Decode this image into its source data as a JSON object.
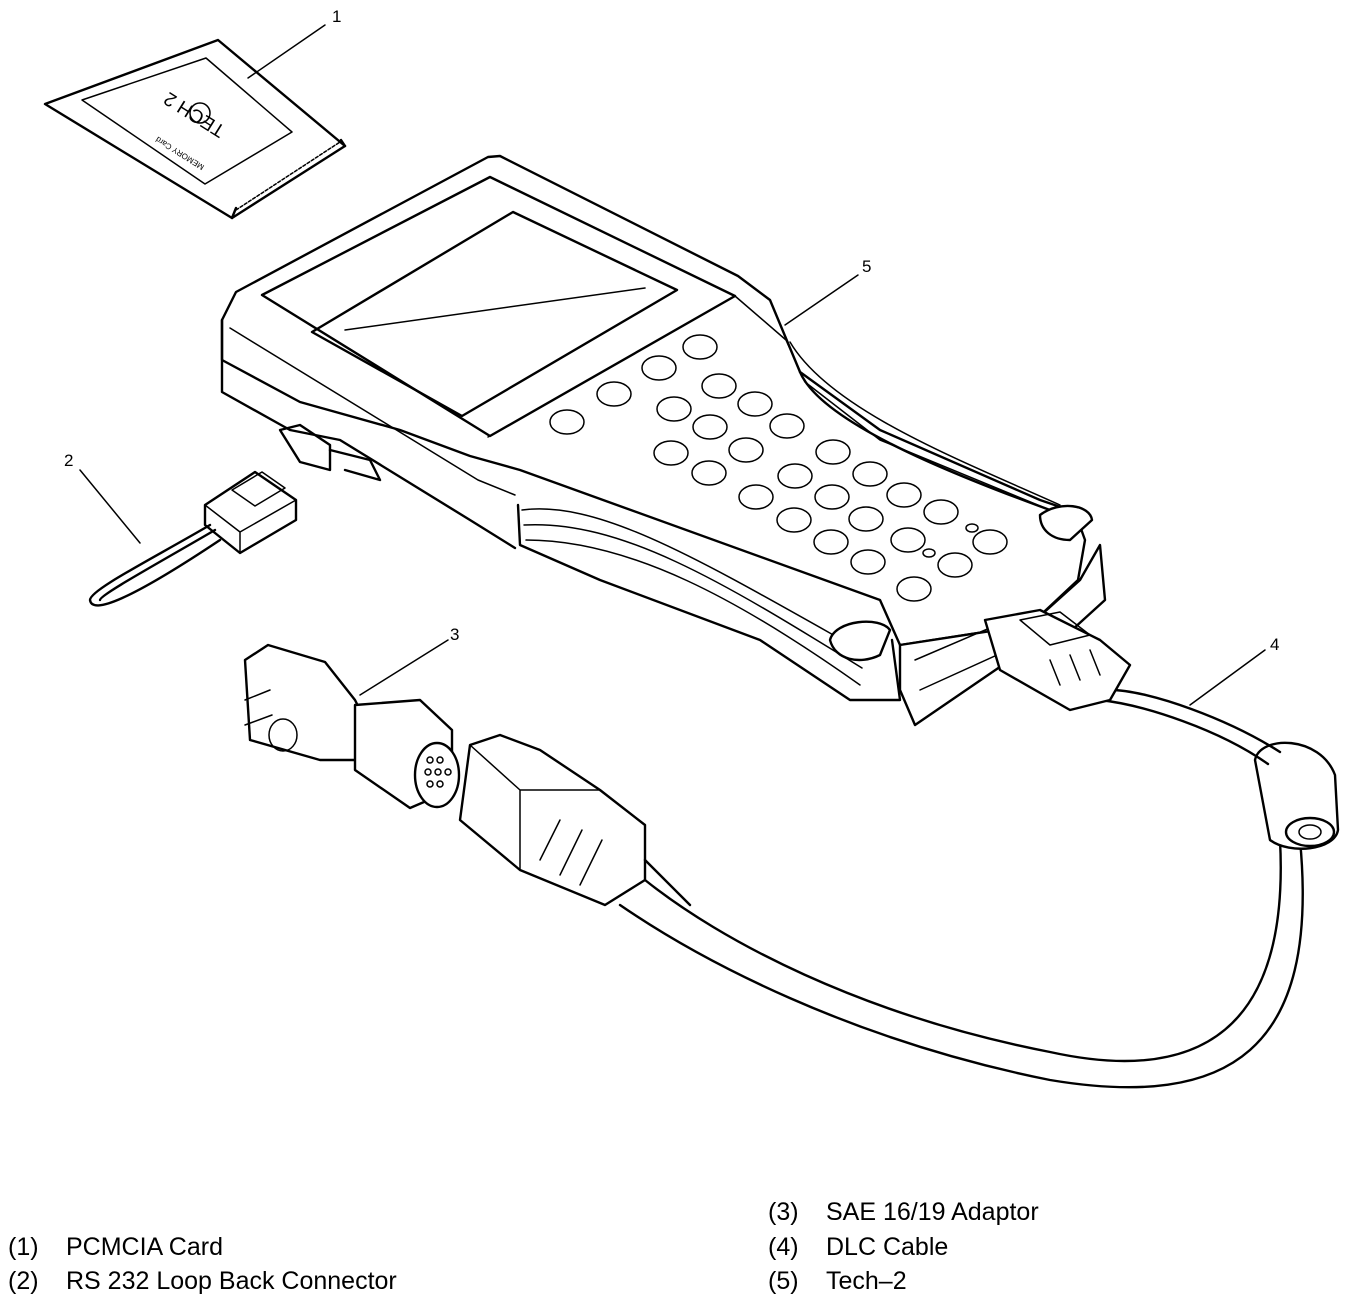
{
  "callouts": [
    {
      "number": "1"
    },
    {
      "number": "2"
    },
    {
      "number": "3"
    },
    {
      "number": "4"
    },
    {
      "number": "5"
    }
  ],
  "card_label": {
    "brand": "TECH 2",
    "small": "MEMORY Card"
  },
  "legend": [
    {
      "number": "(1)",
      "label": "PCMCIA Card"
    },
    {
      "number": "(2)",
      "label": "RS 232 Loop Back Connector"
    },
    {
      "number": "(3)",
      "label": "SAE 16/19 Adaptor"
    },
    {
      "number": "(4)",
      "label": "DLC Cable"
    },
    {
      "number": "(5)",
      "label": "Tech–2"
    }
  ]
}
